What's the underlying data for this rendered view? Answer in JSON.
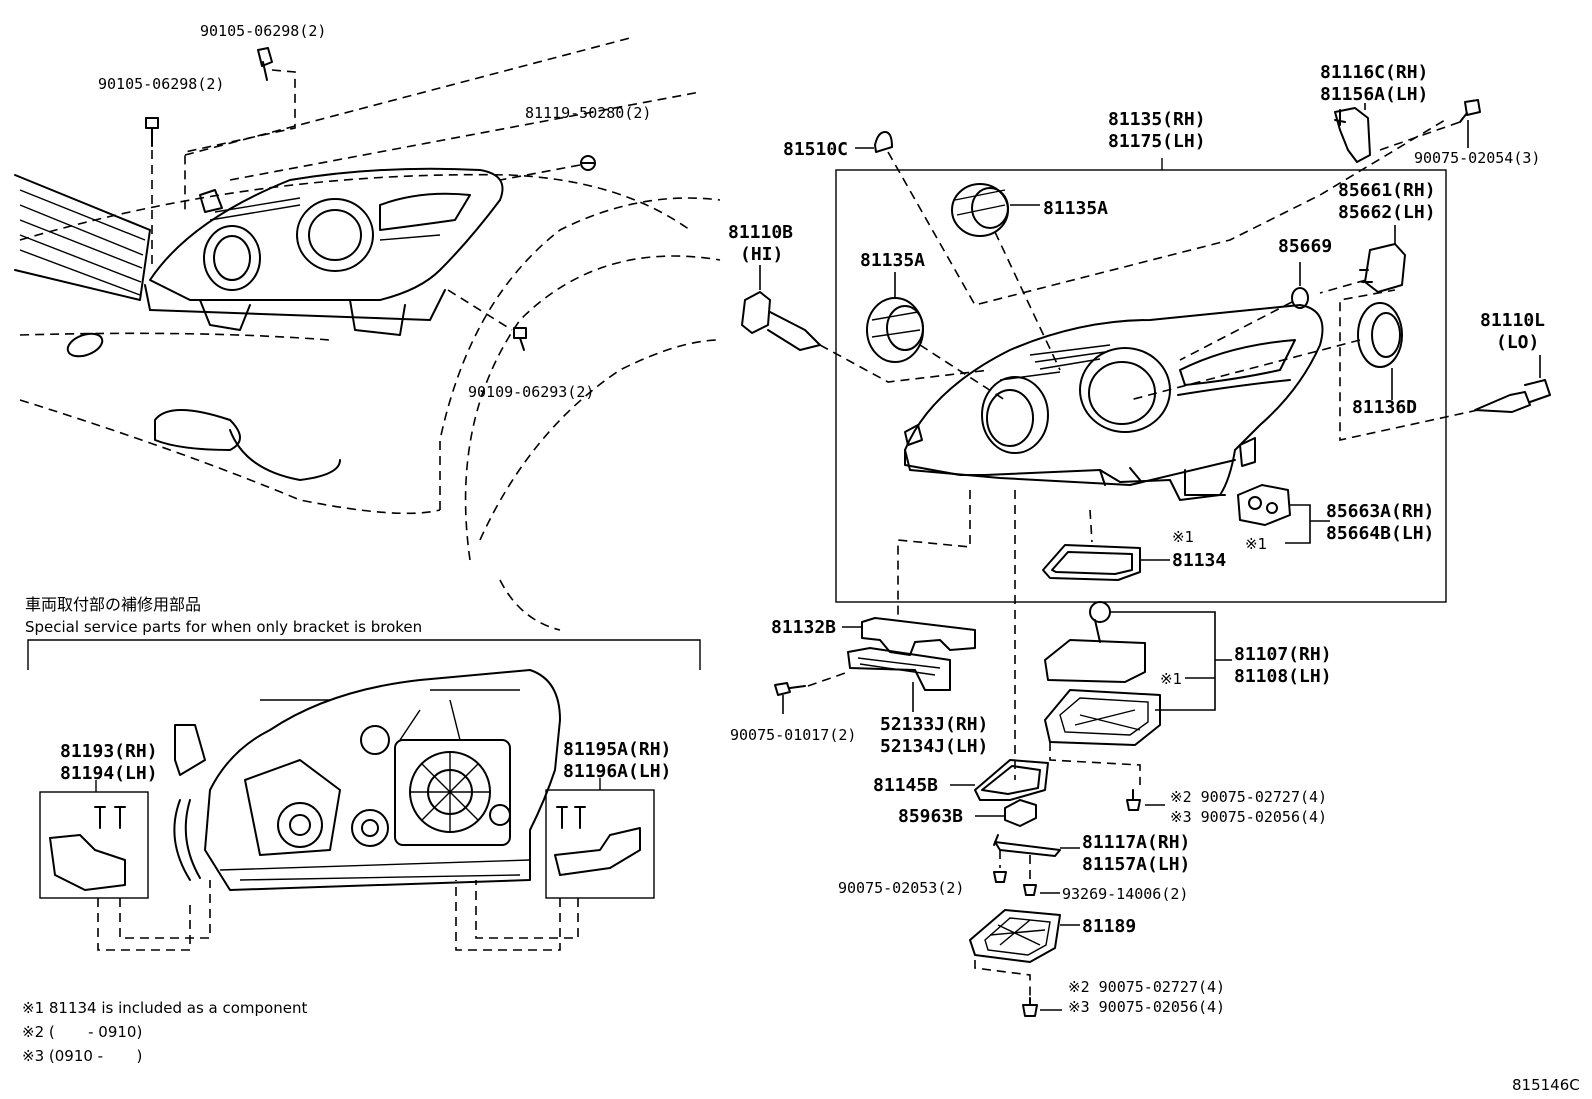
{
  "diagram": {
    "code": "815146C",
    "section": {
      "title_jp": "車両取付部の補修用部品",
      "title_en": "Special service parts for when only bracket is broken"
    },
    "footnotes": [
      "※1 81134 is included as a component",
      "※2 (       - 0910)",
      "※3 (0910 -       )"
    ],
    "labels": {
      "bolt_top1": "90105-06298(2)",
      "bolt_top2": "90105-06298(2)",
      "clip_top": "81119-50280(2)",
      "bolt_side": "90109-06293(2)",
      "bulb_cap": "81510C",
      "unit_rh": "81135(RH)",
      "unit_lh": "81175(LH)",
      "bracket_rh": "81116C(RH)",
      "bracket_lh": "81156A(LH)",
      "screw_3": "90075-02054(3)",
      "ring_a_top": "81135A",
      "ring_a_left": "81135A",
      "bulb_hi": "81110B",
      "bulb_hi_tag": "(HI)",
      "oring": "85669",
      "socket_rh": "85661(RH)",
      "socket_lh": "85662(LH)",
      "bulb_lo": "81110L",
      "bulb_lo_tag": "(LO)",
      "ring_d": "81136D",
      "motor_rh": "85663A(RH)",
      "motor_lh": "85664B(LH)",
      "motor_mark": "※1",
      "gasket_mark": "※1",
      "gasket": "81134",
      "plate": "81132B",
      "screw_bracket": "90075-01017(2)",
      "lower_rh": "52133J(RH)",
      "lower_lh": "52134J(LH)",
      "ballast_rh": "81107(RH)",
      "ballast_lh": "81108(LH)",
      "ballast_mark": "※1",
      "seal": "81145B",
      "connector": "85963B",
      "screw_a2": "※2 90075-02727(4)",
      "screw_a3": "※3 90075-02056(4)",
      "cover_rh": "81117A(RH)",
      "cover_lh": "81157A(LH)",
      "screw_c1": "90075-02053(2)",
      "screw_c2": "93269-14006(2)",
      "cover_lower": "81189",
      "screw_b2": "※2 90075-02727(4)",
      "screw_b3": "※3 90075-02056(4)",
      "repair_left_rh": "81193(RH)",
      "repair_left_lh": "81194(LH)",
      "repair_right_rh": "81195A(RH)",
      "repair_right_lh": "81196A(LH)"
    }
  }
}
